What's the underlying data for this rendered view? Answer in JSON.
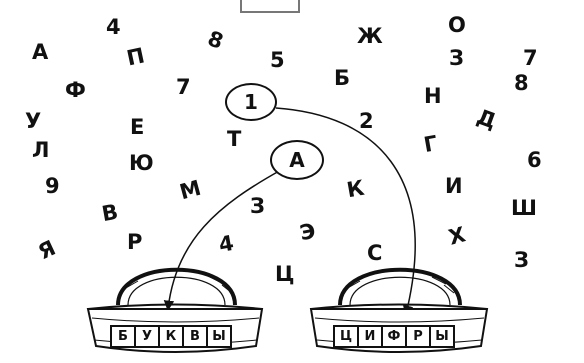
{
  "circles": {
    "digit": "1",
    "letter": "А"
  },
  "baskets": {
    "letters": [
      "Б",
      "У",
      "К",
      "В",
      "Ы"
    ],
    "digits": [
      "Ц",
      "И",
      "Ф",
      "Р",
      "Ы"
    ]
  },
  "glyphs": [
    "4",
    "О",
    "А",
    "П",
    "8",
    "Ж",
    "5",
    "З",
    "7",
    "Б",
    "Ф",
    "7",
    "8",
    "Н",
    "У",
    "Е",
    "2",
    "Д",
    "Л",
    "Т",
    "Г",
    "Ю",
    "6",
    "9",
    "М",
    "К",
    "И",
    "В",
    "З",
    "Ш",
    "Р",
    "Э",
    "Х",
    "4",
    "Я",
    "С",
    "З",
    "Ц"
  ]
}
